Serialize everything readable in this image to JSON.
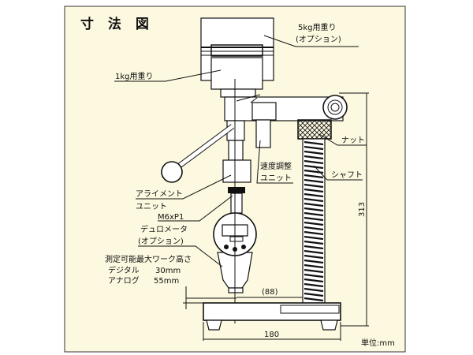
{
  "title": "寸 法 図",
  "labels": {
    "weight_5kg": "5kg用重り",
    "weight_5kg_option": "(オプション)",
    "weight_1kg": "1kg用重り",
    "nut": "ナット",
    "speed_adjust_1": "速度調整",
    "speed_adjust_2": "ユニット",
    "shaft": "シャフト",
    "alignment_1": "アライメント",
    "alignment_2": "ユニット",
    "thread": "M6xP1",
    "durometer": "デュロメータ",
    "durometer_option": "(オプション)",
    "max_height_title": "測定可能最大ワーク高さ",
    "digital": "デジタル",
    "digital_value": "30mm",
    "analog": "アナログ",
    "analog_value": "55mm"
  },
  "dimensions": {
    "horizontal_offset": "(88)",
    "base_width": "180",
    "height": "313",
    "unit": "単位:mm"
  },
  "colors": {
    "background": "#fdf9e0",
    "line": "#111111"
  }
}
